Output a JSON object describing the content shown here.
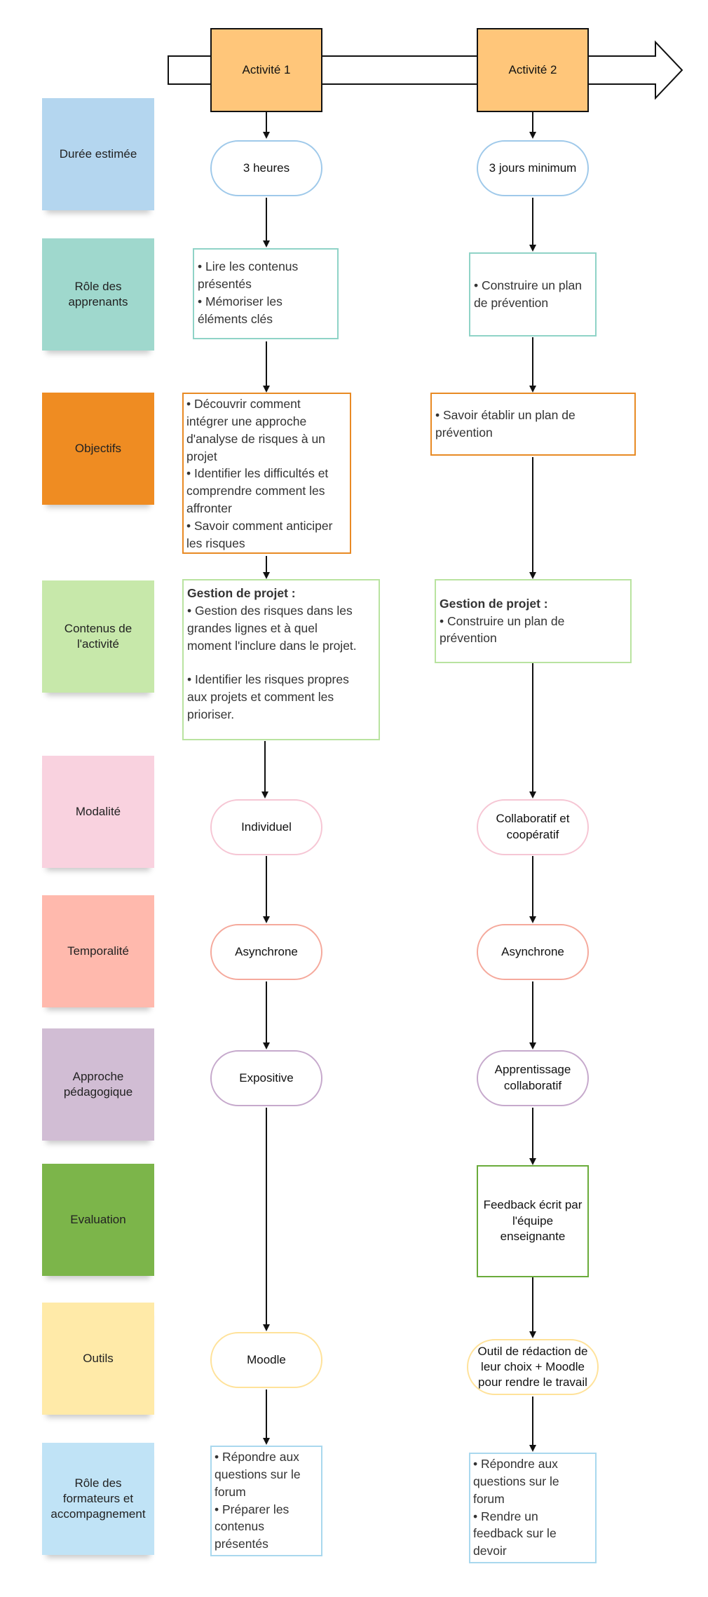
{
  "timeline": {
    "activities": [
      "Activité 1",
      "Activité 2"
    ]
  },
  "rows": [
    {
      "label": "Durée estimée",
      "color": "#b4d6ef"
    },
    {
      "label": "Rôle des apprenants",
      "color": "#9fd8cd"
    },
    {
      "label": "Objectifs",
      "color": "#ef8c22"
    },
    {
      "label": "Contenus de l'activité",
      "color": "#c7e8aa"
    },
    {
      "label": "Modalité",
      "color": "#f9d2df"
    },
    {
      "label": "Temporalité",
      "color": "#ffb9ad"
    },
    {
      "label": "Approche pédagogique",
      "color": "#d1bdd4"
    },
    {
      "label": "Evaluation",
      "color": "#7cb54a"
    },
    {
      "label": "Outils",
      "color": "#ffeaa8"
    },
    {
      "label": "Rôle des formateurs et accompagnement",
      "color": "#c0e3f6"
    }
  ],
  "activity1": {
    "duree": "3 heures",
    "role_apprenants": [
      "• Lire les contenus",
      "présentés",
      "• Mémoriser les",
      "éléments clés"
    ],
    "objectifs": [
      "• Découvrir comment",
      "intégrer une approche",
      "d'analyse de risques à un",
      "projet",
      "• Identifier les difficultés et",
      "comprendre comment les",
      "affronter",
      "• Savoir comment anticiper",
      "les risques"
    ],
    "contenus_title": "Gestion de projet :",
    "contenus": [
      "• Gestion des risques dans les",
      "grandes lignes et à quel",
      "moment l'inclure dans le projet.",
      "",
      "• Identifier les risques propres",
      "aux projets et comment les",
      "prioriser."
    ],
    "modalite": "Individuel",
    "temporalite": "Asynchrone",
    "approche": "Expositive",
    "outils": "Moodle",
    "role_formateurs": [
      "• Répondre aux",
      "questions sur le",
      "forum",
      "• Préparer les",
      "contenus",
      "présentés"
    ]
  },
  "activity2": {
    "duree": "3 jours minimum",
    "role_apprenants": [
      "• Construire un plan",
      "de prévention"
    ],
    "objectifs": [
      "• Savoir établir un plan de",
      "prévention"
    ],
    "contenus_title": "Gestion de projet :",
    "contenus": [
      "• Construire un plan de",
      "prévention"
    ],
    "modalite": [
      "Collaboratif et",
      "coopératif"
    ],
    "temporalite": "Asynchrone",
    "approche": [
      "Apprentissage",
      "collaboratif"
    ],
    "evaluation": [
      "Feedback écrit par",
      "l'équipe",
      "enseignante"
    ],
    "outils": [
      "Outil de rédaction de",
      "leur choix + Moodle",
      "pour rendre le travail"
    ],
    "role_formateurs": [
      "• Répondre aux",
      "questions sur le",
      "forum",
      "• Rendre un",
      "feedback sur le",
      "devoir"
    ]
  },
  "colors": {
    "activity_fill": "#ffc67a",
    "blue_border": "#9fc9ea",
    "teal_border": "#8fd3c7",
    "orange_border": "#e88a24",
    "green_border": "#b9e3a0",
    "pink_border": "#f6c6d4",
    "salmon_border": "#f5a99c",
    "purple_border": "#c6a9cc",
    "dark_green_border": "#6aab3b",
    "yellow_border": "#ffe29a",
    "lightblue_border": "#a9d8ee"
  }
}
